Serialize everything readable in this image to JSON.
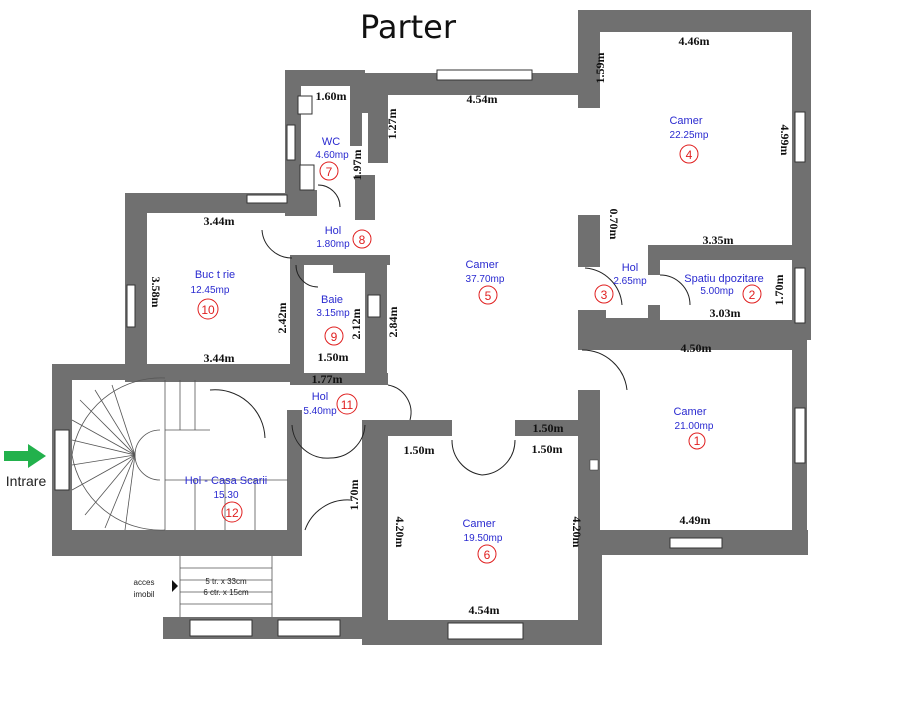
{
  "title": "Parter",
  "entrance_label": "Intrare",
  "access_note": {
    "line1": "acces",
    "line2": "imobil"
  },
  "stair_note": {
    "line1": "5 tr. x 33cm",
    "line2": "6 ctr. x 15cm"
  },
  "rooms": [
    {
      "id": "r1",
      "name": "Camer",
      "area": "21.00mp",
      "num": "1"
    },
    {
      "id": "r2",
      "name": "Spatiu dpozitare",
      "area": "5.00mp",
      "num": "2"
    },
    {
      "id": "r3",
      "name": "Hol",
      "area": "2.65mp",
      "num": "3"
    },
    {
      "id": "r4",
      "name": "Camer",
      "area": "22.25mp",
      "num": "4"
    },
    {
      "id": "r5",
      "name": "Camer",
      "area": "37.70mp",
      "num": "5"
    },
    {
      "id": "r6",
      "name": "Camer",
      "area": "19.50mp",
      "num": "6"
    },
    {
      "id": "r7",
      "name": "WC",
      "area": "4.60mp",
      "num": "7"
    },
    {
      "id": "r8",
      "name": "Hol",
      "area": "1.80mp",
      "num": "8"
    },
    {
      "id": "r9",
      "name": "Baie",
      "area": "3.15mp",
      "num": "9"
    },
    {
      "id": "r10",
      "name": "Buc   t   rie",
      "area": "12.45mp",
      "num": "10"
    },
    {
      "id": "r11",
      "name": "Hol",
      "area": "5.40mp",
      "num": "11"
    },
    {
      "id": "r12",
      "name": "Hol - Casa Scarii",
      "area": "15.30",
      "num": "12"
    }
  ],
  "dimensions": {
    "d_160": "1.60m",
    "d_454_top": "4.54m",
    "d_446": "4.46m",
    "d_159": "1.59m",
    "d_127": "1.27m",
    "d_197": "1.97m",
    "d_499": "4.99m",
    "d_070": "0.70m",
    "d_335": "3.35m",
    "d_170_r": "1.70m",
    "d_303": "3.03m",
    "d_450": "4.50m",
    "d_344_top": "3.44m",
    "d_358": "3.58m",
    "d_242": "2.42m",
    "d_344_bot": "3.44m",
    "d_212": "2.12m",
    "d_284": "2.84m",
    "d_150_baie": "1.50m",
    "d_177": "1.77m",
    "d_150_a": "1.50m",
    "d_150_b": "1.50m",
    "d_150_c": "1.50m",
    "d_170_l": "1.70m",
    "d_420_l": "4.20m",
    "d_420_r": "4.20m",
    "d_449": "4.49m",
    "d_454_bot": "4.54m"
  }
}
